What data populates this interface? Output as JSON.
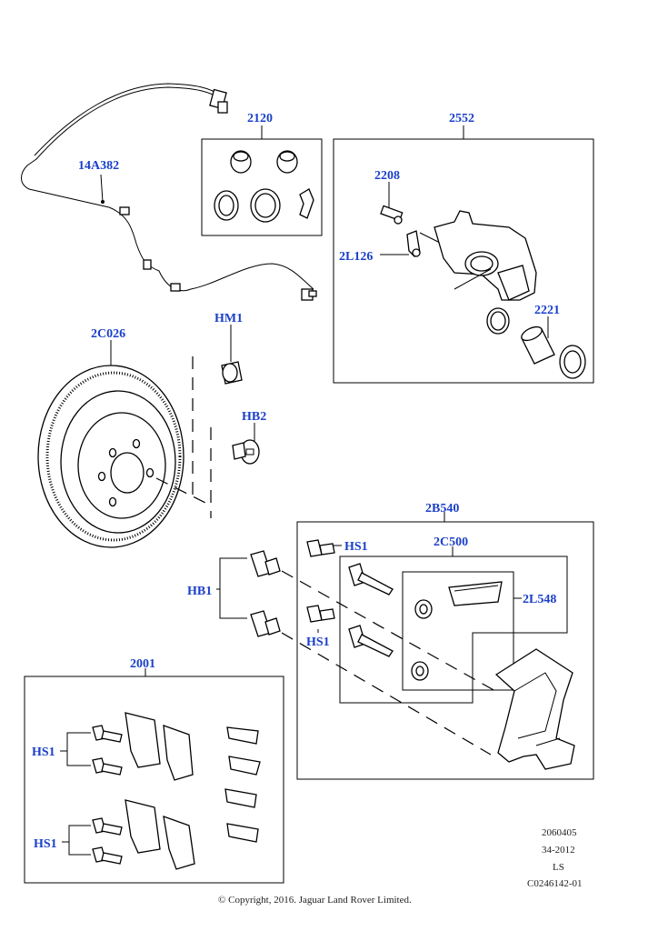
{
  "labels": {
    "sensor": "14A382",
    "kit_2120": "2120",
    "caliper": "2552",
    "bleed_screw": "2208",
    "bracket_clip": "2L126",
    "piston": "2221",
    "disc": "2C026",
    "hm1": "HM1",
    "hb2": "HB2",
    "hb1": "HB1",
    "carrier": "2B540",
    "hs1_top": "HS1",
    "guide_kit": "2C500",
    "boot": "2L548",
    "hs1_mid": "HS1",
    "pads": "2001",
    "hs1_pad_a": "HS1",
    "hs1_pad_b": "HS1"
  },
  "meta": {
    "line1": "2060405",
    "line2": "34-2012",
    "line3": "LS",
    "line4": "C0246142-01"
  },
  "copyright": "© Copyright, 2016. Jaguar Land Rover Limited."
}
